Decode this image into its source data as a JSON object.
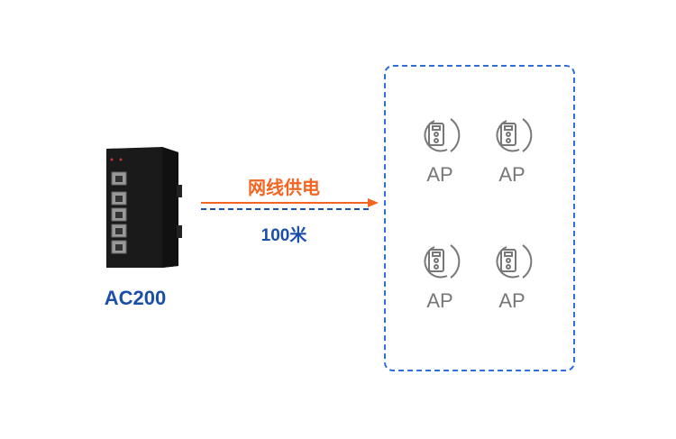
{
  "device": {
    "name": "AC200"
  },
  "link": {
    "power_label": "网线供电",
    "distance_label": "100米"
  },
  "aps": [
    {
      "label": "AP"
    },
    {
      "label": "AP"
    },
    {
      "label": "AP"
    },
    {
      "label": "AP"
    }
  ],
  "colors": {
    "orange": "#f26522",
    "blue": "#1a4fa8",
    "box": "#2f6fd6",
    "icon": "#777777"
  }
}
